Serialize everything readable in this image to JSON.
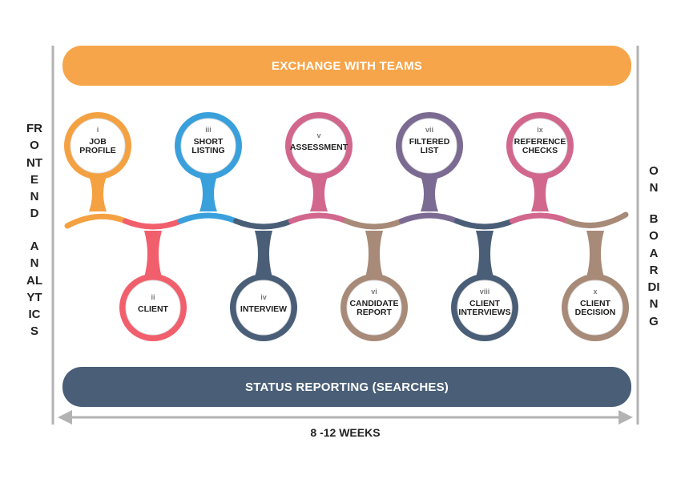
{
  "top_bar": {
    "label": "EXCHANGE WITH TEAMS",
    "color": "#f7a54a"
  },
  "bottom_bar": {
    "label": "STATUS REPORTING (SEARCHES)",
    "color": "#4a5f77"
  },
  "left_side": {
    "word1": "FRONTEND",
    "word2": "ANALYTICS"
  },
  "right_side": {
    "word1": "ON",
    "word2": "BOARDING"
  },
  "timeline": {
    "label": "8 -12 WEEKS",
    "color": "#b3b3b3"
  },
  "steps": [
    {
      "numeral": "i",
      "lines": [
        "JOB",
        "PROFILE"
      ],
      "color": "#f4a142",
      "position": "top"
    },
    {
      "numeral": "ii",
      "lines": [
        "CLIENT"
      ],
      "color": "#f15f6c",
      "position": "bottom"
    },
    {
      "numeral": "iii",
      "lines": [
        "SHORT",
        "LISTING"
      ],
      "color": "#3aa0dc",
      "position": "top"
    },
    {
      "numeral": "iv",
      "lines": [
        "INTERVIEW"
      ],
      "color": "#4a5f77",
      "position": "bottom"
    },
    {
      "numeral": "v",
      "lines": [
        "ASSESSMENT"
      ],
      "color": "#d2678d",
      "position": "top"
    },
    {
      "numeral": "vi",
      "lines": [
        "CANDIDATE",
        "REPORT"
      ],
      "color": "#a88a78",
      "position": "bottom"
    },
    {
      "numeral": "vii",
      "lines": [
        "FILTERED",
        "LIST"
      ],
      "color": "#7b6b92",
      "position": "top"
    },
    {
      "numeral": "viii",
      "lines": [
        "CLIENT",
        "INTERVIEWS"
      ],
      "color": "#4a5f77",
      "position": "bottom"
    },
    {
      "numeral": "ix",
      "lines": [
        "REFERENCE",
        "CHECKS"
      ],
      "color": "#d2678d",
      "position": "top"
    },
    {
      "numeral": "x",
      "lines": [
        "CLIENT",
        "DECISION"
      ],
      "color": "#a88a78",
      "position": "bottom"
    }
  ]
}
